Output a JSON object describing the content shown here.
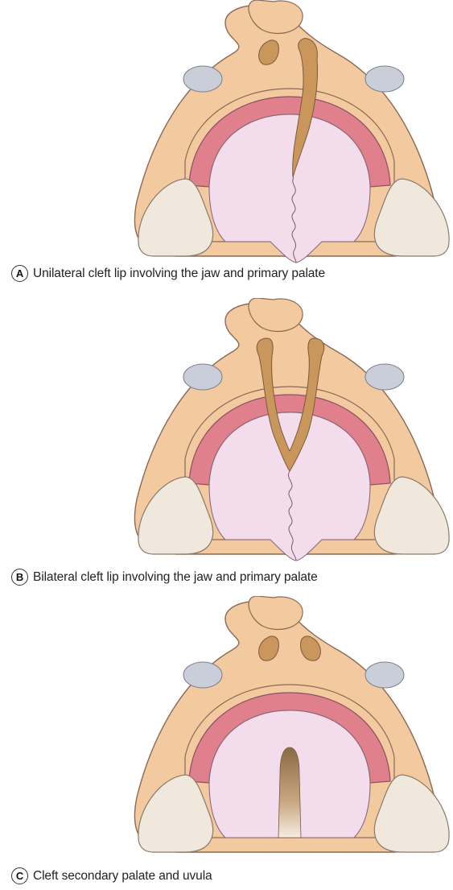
{
  "panels": [
    {
      "letter": "A",
      "caption": "Unilateral cleft lip involving the jaw and primary palate",
      "variant": "unilateral"
    },
    {
      "letter": "B",
      "caption": "Bilateral cleft lip involving the jaw and primary palate",
      "variant": "bilateral"
    },
    {
      "letter": "C",
      "caption": "Cleft secondary palate and uvula",
      "variant": "secondary-palate"
    }
  ],
  "colors": {
    "skin": "#f3c9a0",
    "skin_outline": "#8a6a55",
    "lip": "#e0808c",
    "palate": "#f3dcec",
    "cleft": "#c9975c",
    "teeth": "#f0e8dc",
    "nostril_pad": "#c9ced8"
  }
}
